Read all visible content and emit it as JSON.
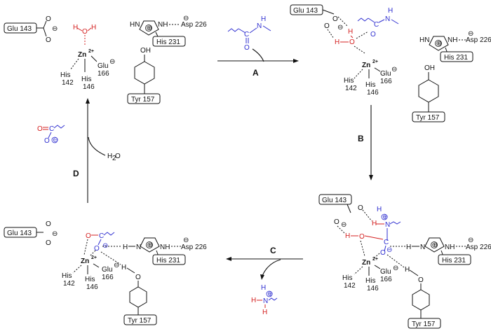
{
  "residues": {
    "glu143": "Glu 143",
    "asp226": "Asp 226",
    "his231": "His 231",
    "tyr157": "Tyr 157",
    "his142": "His",
    "his142_num": "142",
    "his146": "His",
    "his146_num": "146",
    "glu166": "Glu",
    "glu166_num": "166"
  },
  "atoms": {
    "zn": "Zn",
    "zn_charge": "2+",
    "o": "O",
    "h": "H",
    "n": "N",
    "nh": "NH",
    "hn": "HN",
    "c": "C",
    "oh": "OH",
    "minus": "⊖",
    "plus": "⊕"
  },
  "reagents": {
    "water": "H",
    "water_sub": "2",
    "water_o": "O"
  },
  "steps": {
    "a": "A",
    "b": "B",
    "c": "C",
    "d": "D"
  },
  "colors": {
    "substrate": "#2f2fd0",
    "water": "#d42020",
    "ink": "#111111"
  }
}
